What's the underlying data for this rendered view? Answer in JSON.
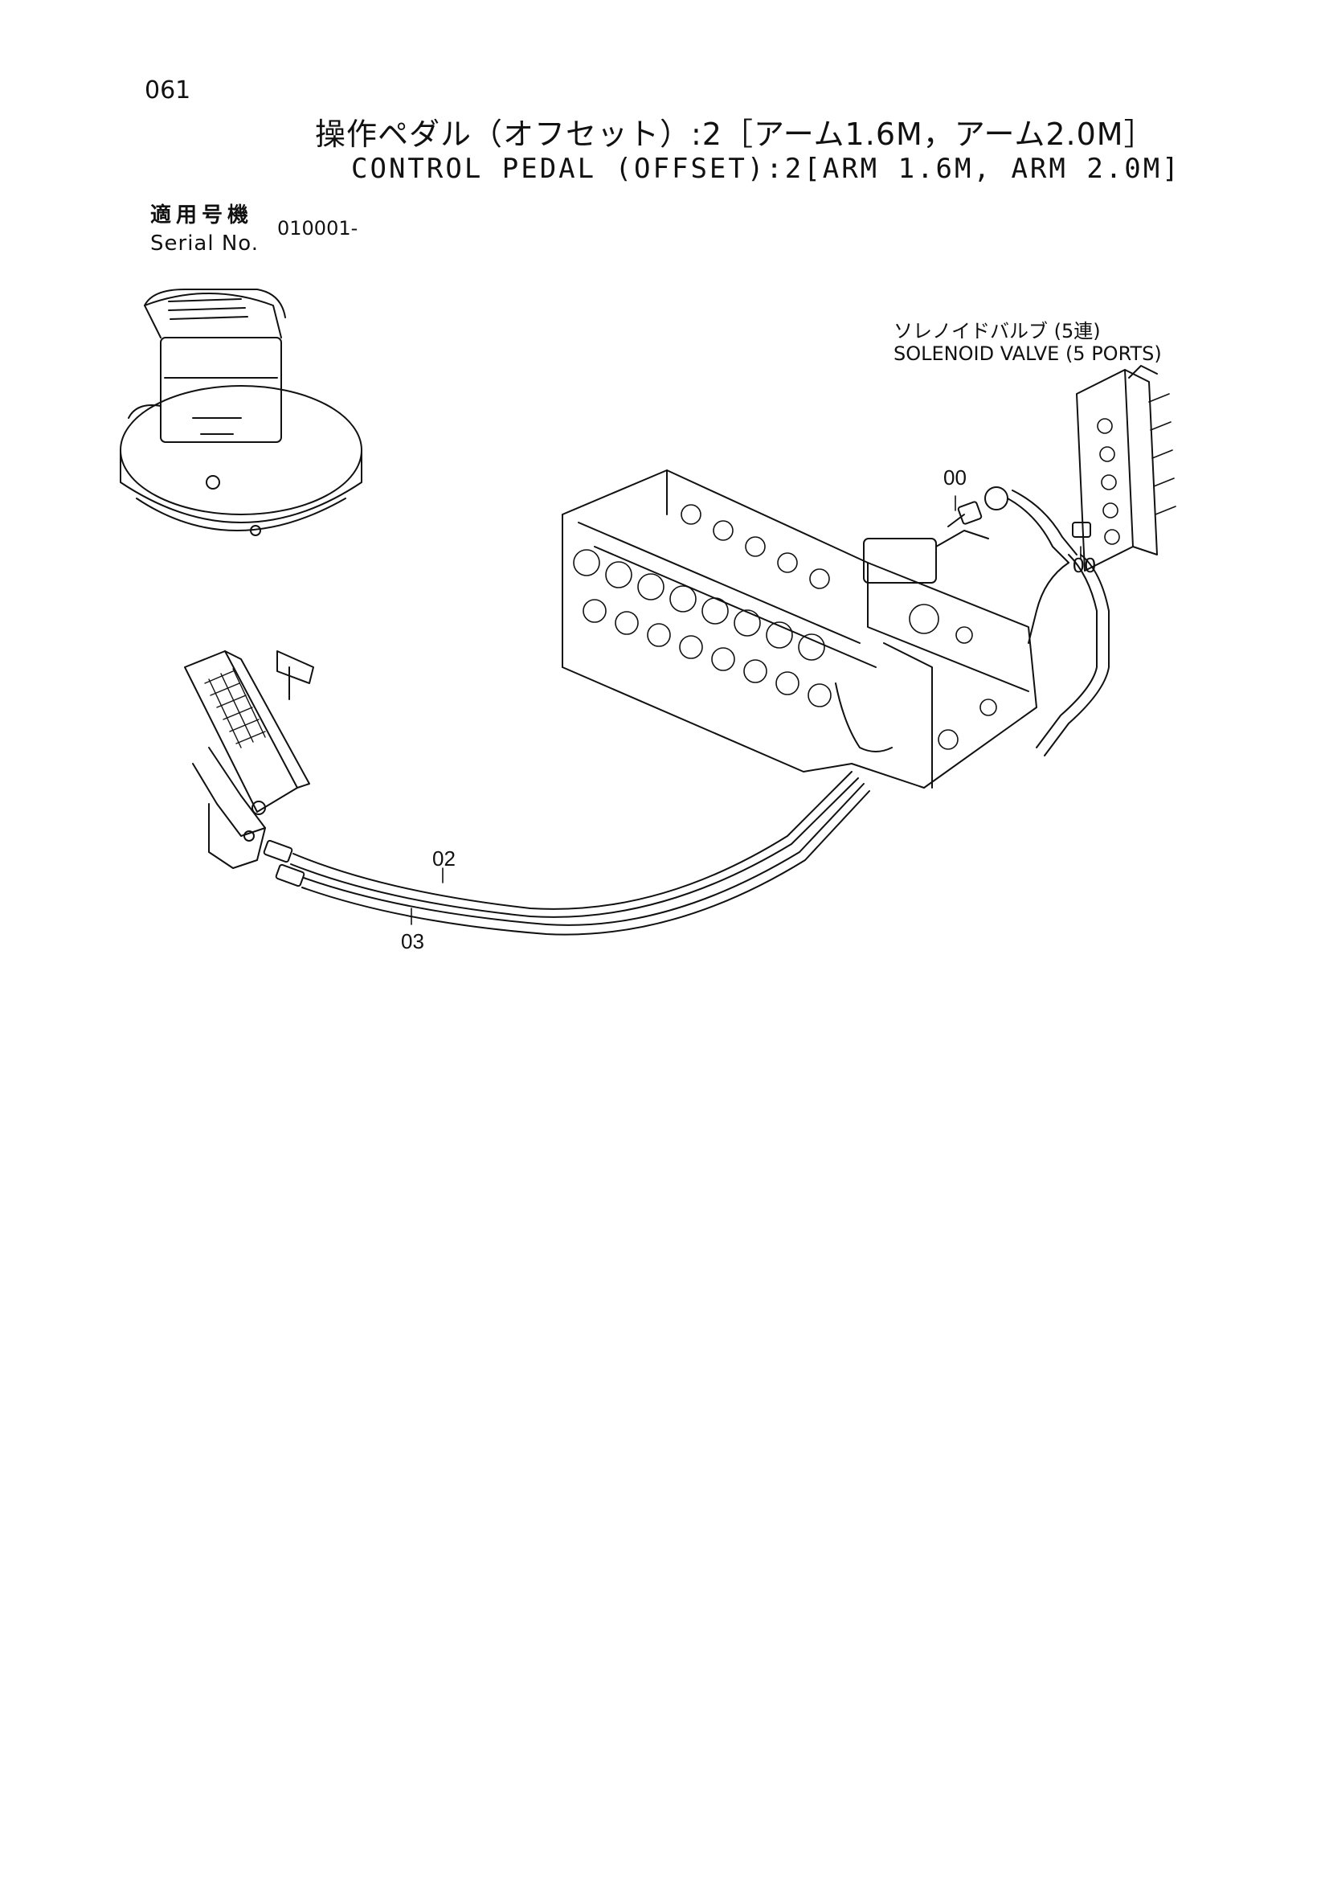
{
  "header": {
    "page_number": "061",
    "title_jp": "操作ペダル（オフセット）:2［アーム1.6M，アーム2.0M］",
    "title_en": "CONTROL PEDAL (OFFSET):2[ARM 1.6M, ARM 2.0M]"
  },
  "serial": {
    "label_jp": "適用号機",
    "label_en": "Serial No.",
    "value": "010001-"
  },
  "labels": {
    "solenoid_jp": "ソレノイドバルブ (5連)",
    "solenoid_en": "SOLENOID VALVE (5 PORTS)"
  },
  "callouts": [
    "00",
    "00",
    "02",
    "03"
  ]
}
